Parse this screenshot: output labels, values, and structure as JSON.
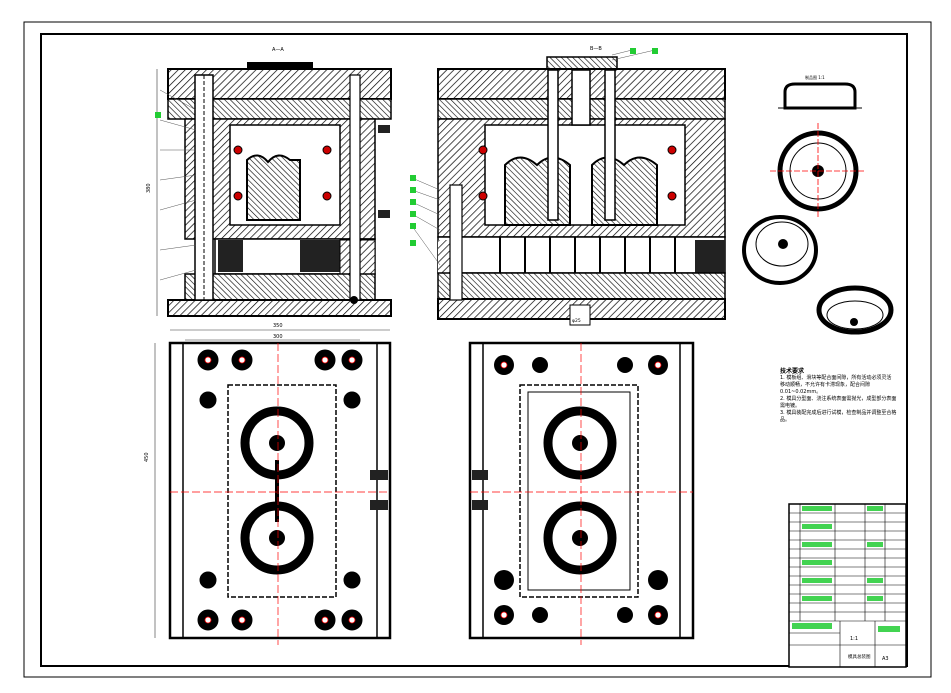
{
  "section_labels": {
    "view_a": "A—A",
    "view_b": "B—B",
    "detail_title": "制品图 1:1"
  },
  "dimensions": {
    "height_left": "380",
    "width_top_outer": "350",
    "width_top_inner": "300",
    "height_plan": "450",
    "width_small": "φ25"
  },
  "tech_notes": {
    "title": "技术要求",
    "lines": [
      "1. 模板组、滑块等配合面间隙，所有活动必须灵活",
      "移动顺畅，不允许有卡滞现象，配合间隙0.01~0.02mm。",
      "2. 模具分型面、浇注系统表面需抛光，成型部分表面需电镀。",
      "3. 模具装配完成后进行试模，检查制品并调整至合格品。"
    ]
  },
  "title_block": {
    "scale": "1:1",
    "drawing_name": "模具总装图",
    "sheet_label": "A3"
  },
  "colors": {
    "line": "#000000",
    "hatch": "#000000",
    "centerline": "#ff0000",
    "callout_tag": "#22cc33",
    "dim_line": "#333333"
  }
}
